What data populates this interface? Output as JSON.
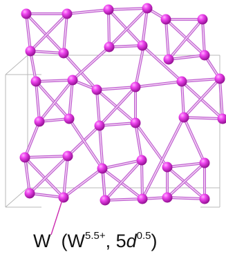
{
  "caption": {
    "element": "W",
    "open": "(W",
    "oxidation": "5.5+",
    "separator": ", 5",
    "orbital": "d",
    "occupancy": "0.5",
    "close": ")"
  },
  "colors": {
    "atom": "#e020e0",
    "bond": "#c060d0",
    "bond_highlight": "#f2d4f4",
    "unit_cell": "#b8b8b8",
    "pointer": "#cc2ab0"
  }
}
